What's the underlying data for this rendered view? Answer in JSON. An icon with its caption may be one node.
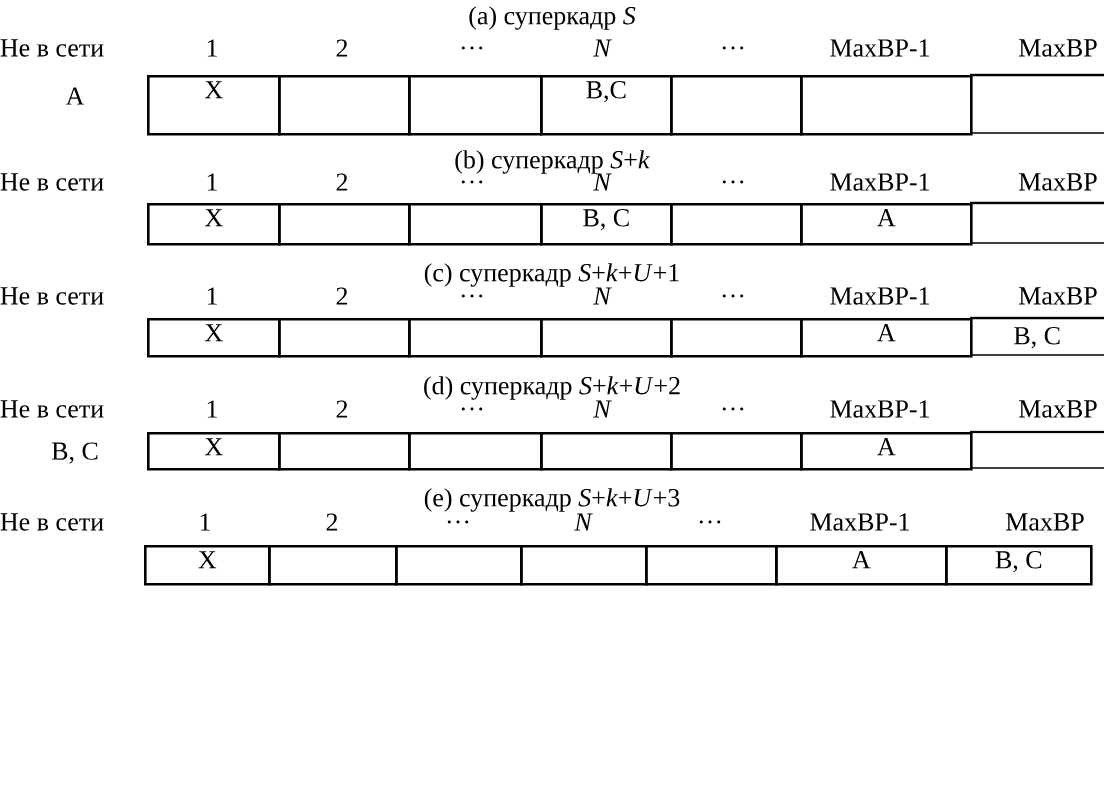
{
  "diagram": {
    "nodes": [
      {
        "text": [
          "X"
        ]
      },
      {
        "text": [],
        "shape": "box"
      },
      {
        "text": [],
        "shape": "box"
      },
      {
        "text": [
          "B,C"
        ]
      },
      {
        "text": [],
        "shape": "box"
      },
      {
        "text": [],
        "shape": "box"
      },
      {
        "text": [],
        "shape": "box"
      },
      {
        "text": [
          "X"
        ]
      },
      {
        "text": [],
        "shape": "box"
      },
      {
        "text": [],
        "shape": "box"
      },
      {
        "text": [
          "B, C"
        ]
      },
      {
        "text": [],
        "shape": "box"
      },
      {
        "text": [
          "A"
        ]
      },
      {
        "text": [],
        "shape": "box"
      },
      {
        "text": [
          "X"
        ]
      },
      {
        "text": [],
        "shape": "box"
      },
      {
        "text": [],
        "shape": "box"
      },
      {
        "text": [],
        "shape": "box"
      },
      {
        "text": [],
        "shape": "box"
      },
      {
        "text": [
          "A"
        ]
      },
      {
        "text": [
          "B, C"
        ]
      },
      {
        "text": [
          "X"
        ]
      },
      {
        "text": [],
        "shape": "box"
      },
      {
        "text": [],
        "shape": "box"
      },
      {
        "text": [],
        "shape": "box"
      },
      {
        "text": [],
        "shape": "box"
      },
      {
        "text": [
          "A"
        ]
      },
      {
        "text": [],
        "shape": "box"
      },
      {
        "text": [
          "X"
        ]
      },
      {
        "text": [],
        "shape": "box"
      },
      {
        "text": [],
        "shape": "box"
      },
      {
        "text": [],
        "shape": "box"
      },
      {
        "text": [],
        "shape": "box"
      },
      {
        "text": [
          "A"
        ]
      },
      {
        "text": [
          "B, C"
        ]
      }
    ],
    "labels": [
      "(a) суперкадр *S*",
      "Не в сети",
      "1",
      "2",
      "…",
      "N",
      "…",
      "MaxBP-1",
      "MaxBP",
      "A",
      "(b) суперкадр *S*+*k*",
      "Не в сети",
      "1",
      "2",
      "…",
      "N",
      "…",
      "MaxBP-1",
      "MaxBP",
      "(c) суперкадр *S*+*k*+*U*+1",
      "Не в сети",
      "1",
      "2",
      "…",
      "N",
      "…",
      "MaxBP-1",
      "MaxBP",
      "(d) суперкадр *S*+*k*+*U*+2",
      "Не в сети",
      "1",
      "2",
      "…",
      "N",
      "…",
      "MaxBP-1",
      "MaxBP",
      "B, C",
      "(e) суперкадр *S*+*k*+*U*+3",
      "Не в сети",
      "1",
      "2",
      "…",
      "N",
      "…",
      "MaxBP-1",
      "MaxBP"
    ]
  }
}
